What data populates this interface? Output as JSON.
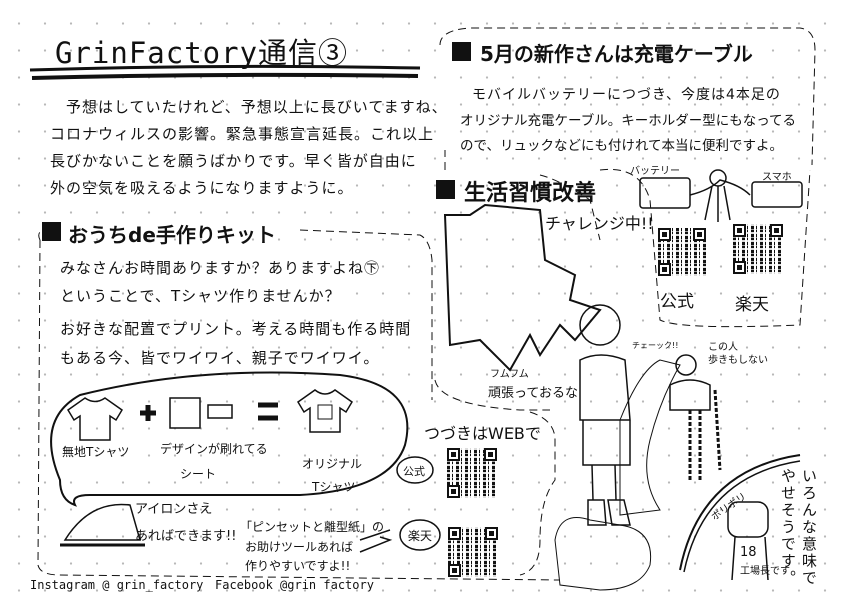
{
  "header": {
    "title": "GrinFactory通信③"
  },
  "intro": {
    "lines": [
      "　予想はしていたけれど、予想以上に長びいてますね、",
      "コロナウィルスの影響。緊急事態宣言延長。これ以上",
      "長びかないことを願うばかりです。早く皆が自由に",
      "外の空気を吸えるようになりますように。"
    ]
  },
  "kit": {
    "heading": "おうちde手作りキット",
    "lines": [
      "みなさんお時間ありますか？ありますよね㊦",
      "ということで、Tシャツ作りませんか？",
      "お好きな配置でプリント。考える時間も作る時間",
      "もある今、皆でワイワイ、親子でワイワイ。"
    ],
    "formula": {
      "item1": "無地Tシャツ",
      "item2_line1": "デザインが刷れてる",
      "item2_line2": "シート",
      "result_line1": "オリジナル",
      "result_line2": "Tシャツ"
    },
    "iron_line1": "アイロンさえ",
    "iron_line2": "あればできます!!",
    "tool_lines": [
      "「ピンセットと離型紙」の",
      "お助けツールあれば",
      "作りやすいですよ!!"
    ]
  },
  "web": {
    "heading": "つづきはWEBで",
    "official_label": "公式",
    "rakuten_label": "楽天"
  },
  "cable": {
    "heading": "5月の新作さんは充電ケーブル",
    "lines": [
      "モバイルバッテリーにつづき、今度は4本足の",
      "オリジナル充電ケーブル。キーホルダー型にもなってる",
      "ので、リュックなどにも付けれて本当に便利ですよ。"
    ],
    "battery_label": "バッテリー",
    "phone_label": "スマホ",
    "official_label": "公式",
    "rakuten_label": "楽天"
  },
  "habit": {
    "heading": "生活習慣改善",
    "challenge": "チャレンジ中!!",
    "fumu": "フムフム",
    "ganbatte": "頑張っておるな",
    "check": "チェーック!!",
    "kono_hito_1": "この人",
    "kono_hito_2": "歩きもしない",
    "poripori": "ポリポリ",
    "yase": "いろんな意味でやせそうです。",
    "kojocho": "工場長です",
    "jersey_number": "18"
  },
  "footer": {
    "instagram": "Instagram @ grin_factory",
    "facebook": "Facebook @grin factory"
  }
}
